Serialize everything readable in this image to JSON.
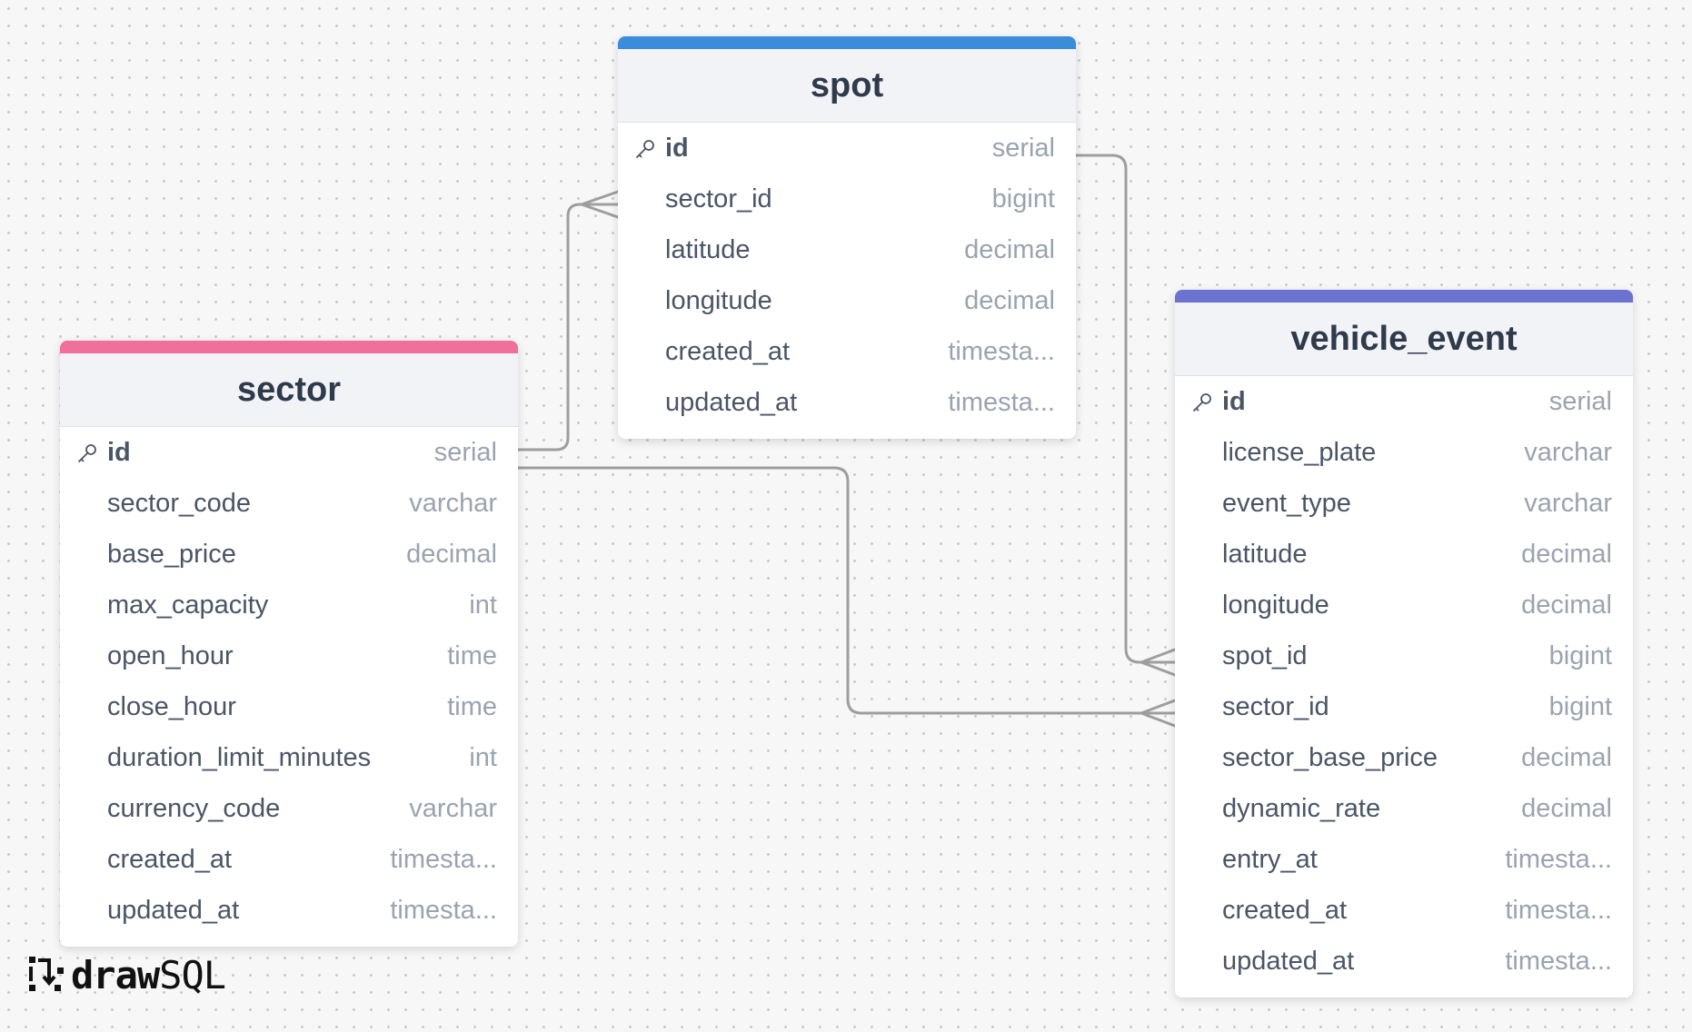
{
  "tables": {
    "spot": {
      "name": "spot",
      "accent": "#3b8ddc",
      "columns": [
        {
          "name": "id",
          "type": "serial",
          "pk": true
        },
        {
          "name": "sector_id",
          "type": "bigint"
        },
        {
          "name": "latitude",
          "type": "decimal"
        },
        {
          "name": "longitude",
          "type": "decimal"
        },
        {
          "name": "created_at",
          "type": "timesta..."
        },
        {
          "name": "updated_at",
          "type": "timesta..."
        }
      ]
    },
    "sector": {
      "name": "sector",
      "accent": "#f0709a",
      "columns": [
        {
          "name": "id",
          "type": "serial",
          "pk": true
        },
        {
          "name": "sector_code",
          "type": "varchar"
        },
        {
          "name": "base_price",
          "type": "decimal"
        },
        {
          "name": "max_capacity",
          "type": "int"
        },
        {
          "name": "open_hour",
          "type": "time"
        },
        {
          "name": "close_hour",
          "type": "time"
        },
        {
          "name": "duration_limit_minutes",
          "type": "int"
        },
        {
          "name": "currency_code",
          "type": "varchar"
        },
        {
          "name": "created_at",
          "type": "timesta..."
        },
        {
          "name": "updated_at",
          "type": "timesta..."
        }
      ]
    },
    "vehicle_event": {
      "name": "vehicle_event",
      "accent": "#6b72d0",
      "columns": [
        {
          "name": "id",
          "type": "serial",
          "pk": true
        },
        {
          "name": "license_plate",
          "type": "varchar"
        },
        {
          "name": "event_type",
          "type": "varchar"
        },
        {
          "name": "latitude",
          "type": "decimal"
        },
        {
          "name": "longitude",
          "type": "decimal"
        },
        {
          "name": "spot_id",
          "type": "bigint"
        },
        {
          "name": "sector_id",
          "type": "bigint"
        },
        {
          "name": "sector_base_price",
          "type": "decimal"
        },
        {
          "name": "dynamic_rate",
          "type": "decimal"
        },
        {
          "name": "entry_at",
          "type": "timesta..."
        },
        {
          "name": "created_at",
          "type": "timesta..."
        },
        {
          "name": "updated_at",
          "type": "timesta..."
        }
      ]
    }
  },
  "relationships": [
    {
      "from": "sector.id",
      "to": "spot.sector_id",
      "cardinality": "one-to-many"
    },
    {
      "from": "spot.id",
      "to": "vehicle_event.spot_id",
      "cardinality": "one-to-many"
    },
    {
      "from": "sector.id",
      "to": "vehicle_event.sector_id",
      "cardinality": "one-to-many"
    }
  ],
  "logo": {
    "bold": "draw",
    "light": "SQL",
    "icon": "drawsql-logo-icon"
  },
  "icons": {
    "primary_key": "key-icon"
  },
  "colors": {
    "link": "#9e9e9e",
    "background": "#f7f7f7"
  }
}
